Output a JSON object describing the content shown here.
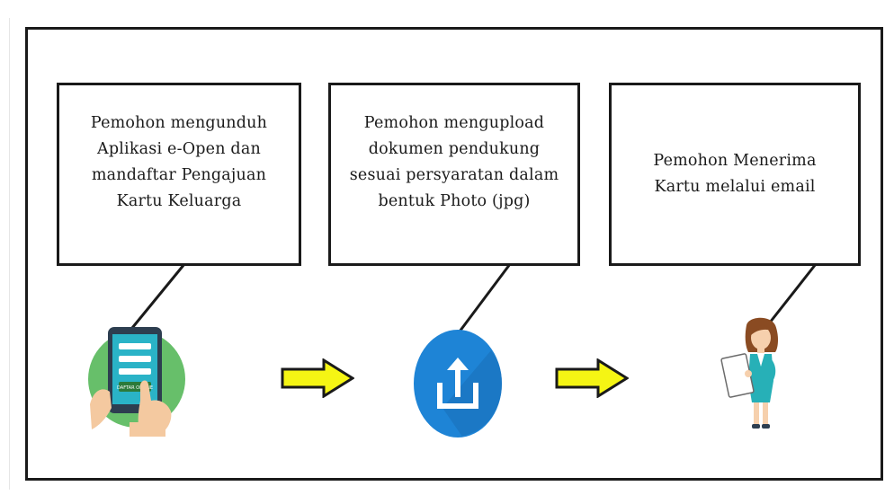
{
  "steps": [
    {
      "lines": [
        "Pemohon mengunduh",
        "Aplikasi e-Open dan",
        "mandaftar Pengajuan",
        "Kartu Keluarga"
      ],
      "icon": "tablet-icon"
    },
    {
      "lines": [
        "Pemohon mengupload",
        "dokumen pendukung",
        "sesuai persyaratan dalam",
        "bentuk Photo (jpg)"
      ],
      "icon": "upload-icon"
    },
    {
      "lines": [
        "Pemohon Menerima",
        "Kartu melalui email"
      ],
      "icon": "woman-with-card-icon"
    }
  ],
  "tablet_button_label": "DAFTAR ONLINE",
  "colors": {
    "border": "#1a1a1a",
    "arrow_fill": "#f5f514",
    "tablet_circle": "#67bf6a",
    "upload_circle": "#1e84d6",
    "tablet_screen": "#2ab3c7"
  },
  "connectors": [
    "box-to-tablet",
    "box-to-upload",
    "box-to-person"
  ],
  "arrows": [
    "right-arrow",
    "right-arrow"
  ]
}
